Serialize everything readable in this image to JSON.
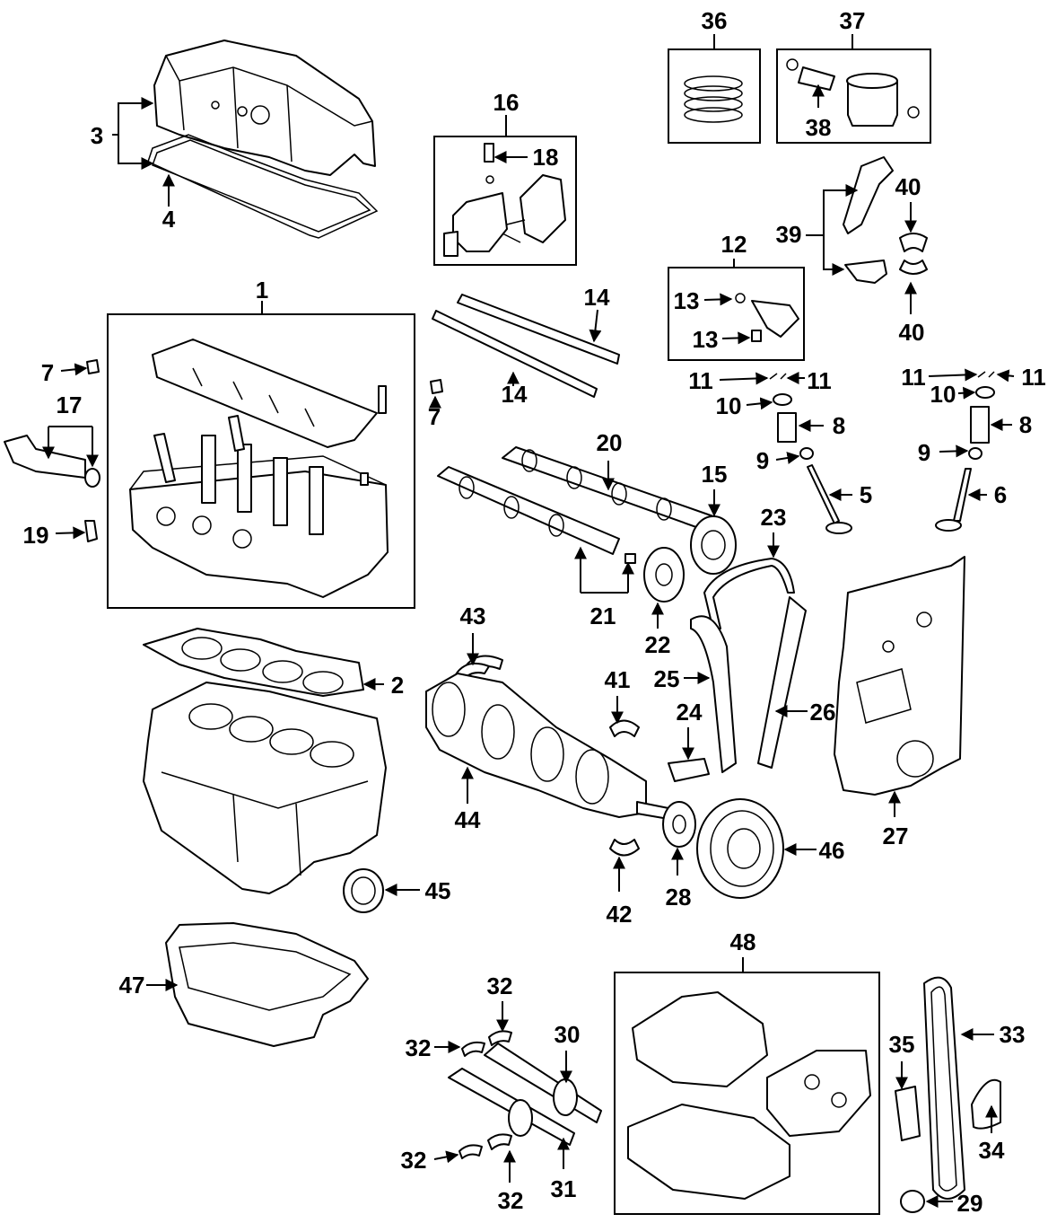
{
  "labels": [
    {
      "id": "c1",
      "text": "1"
    },
    {
      "id": "c2",
      "text": "2"
    },
    {
      "id": "c3",
      "text": "3"
    },
    {
      "id": "c4",
      "text": "4"
    },
    {
      "id": "c5",
      "text": "5"
    },
    {
      "id": "c6",
      "text": "6"
    },
    {
      "id": "c7a",
      "text": "7"
    },
    {
      "id": "c7b",
      "text": "7"
    },
    {
      "id": "c8a",
      "text": "8"
    },
    {
      "id": "c8b",
      "text": "8"
    },
    {
      "id": "c9a",
      "text": "9"
    },
    {
      "id": "c9b",
      "text": "9"
    },
    {
      "id": "c10a",
      "text": "10"
    },
    {
      "id": "c10b",
      "text": "10"
    },
    {
      "id": "c11a",
      "text": "11"
    },
    {
      "id": "c11b",
      "text": "11"
    },
    {
      "id": "c11c",
      "text": "11"
    },
    {
      "id": "c11d",
      "text": "11"
    },
    {
      "id": "c12",
      "text": "12"
    },
    {
      "id": "c13a",
      "text": "13"
    },
    {
      "id": "c13b",
      "text": "13"
    },
    {
      "id": "c14a",
      "text": "14"
    },
    {
      "id": "c14b",
      "text": "14"
    },
    {
      "id": "c15",
      "text": "15"
    },
    {
      "id": "c16",
      "text": "16"
    },
    {
      "id": "c17",
      "text": "17"
    },
    {
      "id": "c18",
      "text": "18"
    },
    {
      "id": "c19",
      "text": "19"
    },
    {
      "id": "c20",
      "text": "20"
    },
    {
      "id": "c21",
      "text": "21"
    },
    {
      "id": "c22",
      "text": "22"
    },
    {
      "id": "c23",
      "text": "23"
    },
    {
      "id": "c24",
      "text": "24"
    },
    {
      "id": "c25",
      "text": "25"
    },
    {
      "id": "c26",
      "text": "26"
    },
    {
      "id": "c27",
      "text": "27"
    },
    {
      "id": "c28",
      "text": "28"
    },
    {
      "id": "c29",
      "text": "29"
    },
    {
      "id": "c30",
      "text": "30"
    },
    {
      "id": "c31",
      "text": "31"
    },
    {
      "id": "c32a",
      "text": "32"
    },
    {
      "id": "c32b",
      "text": "32"
    },
    {
      "id": "c32c",
      "text": "32"
    },
    {
      "id": "c32d",
      "text": "32"
    },
    {
      "id": "c33",
      "text": "33"
    },
    {
      "id": "c34",
      "text": "34"
    },
    {
      "id": "c35",
      "text": "35"
    },
    {
      "id": "c36",
      "text": "36"
    },
    {
      "id": "c37",
      "text": "37"
    },
    {
      "id": "c38",
      "text": "38"
    },
    {
      "id": "c39",
      "text": "39"
    },
    {
      "id": "c40a",
      "text": "40"
    },
    {
      "id": "c40b",
      "text": "40"
    },
    {
      "id": "c41",
      "text": "41"
    },
    {
      "id": "c42",
      "text": "42"
    },
    {
      "id": "c43",
      "text": "43"
    },
    {
      "id": "c44",
      "text": "44"
    },
    {
      "id": "c45",
      "text": "45"
    },
    {
      "id": "c46",
      "text": "46"
    },
    {
      "id": "c47",
      "text": "47"
    },
    {
      "id": "c48",
      "text": "48"
    }
  ]
}
